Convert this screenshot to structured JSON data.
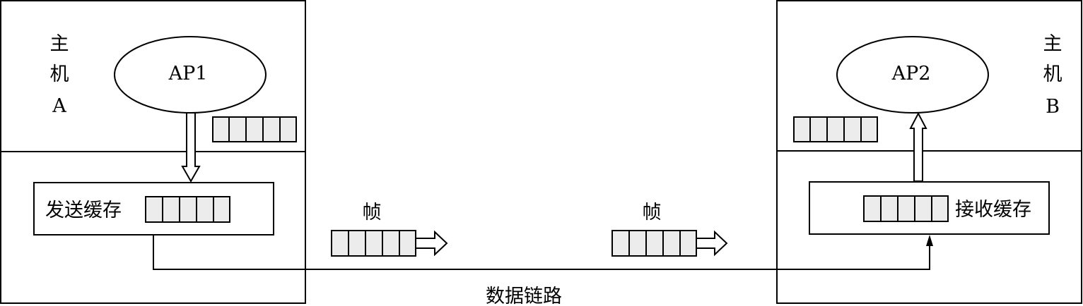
{
  "host_a": {
    "label_lines": [
      "主",
      "机",
      "A"
    ],
    "app": "AP1",
    "buffer_label": "发送缓存"
  },
  "host_b": {
    "label_lines": [
      "主",
      "机",
      "B"
    ],
    "app": "AP2",
    "buffer_label": "接收缓存"
  },
  "frames": [
    {
      "label": "帧"
    },
    {
      "label": "帧"
    }
  ],
  "link_label": "数据链路",
  "colors": {
    "line": "#000000",
    "cell_fill": "#ececec",
    "background": "#ffffff"
  }
}
